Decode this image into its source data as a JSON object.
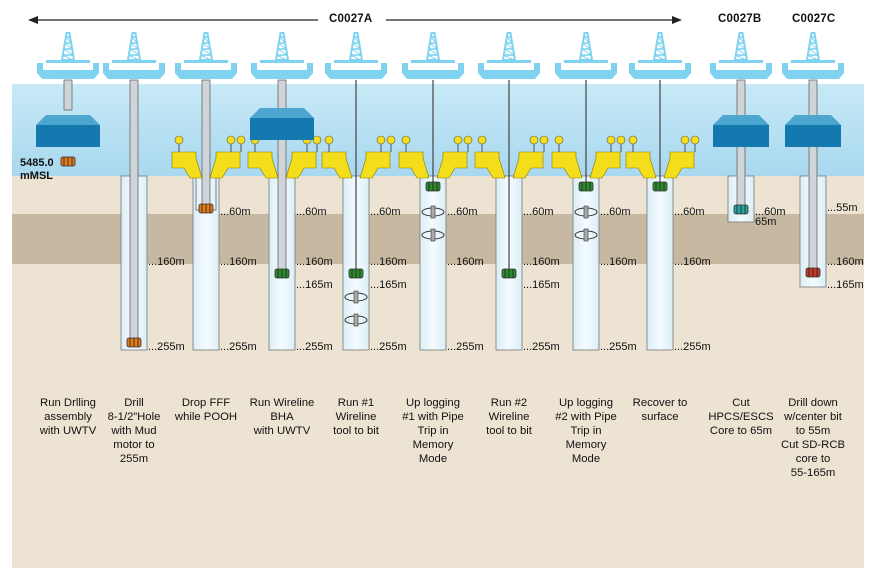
{
  "sites": [
    {
      "name": "C0027A"
    },
    {
      "name": "C0027B"
    },
    {
      "name": "C0027C"
    }
  ],
  "water_depth": {
    "line1": "5485.0",
    "line2": "mMSL"
  },
  "columns": [
    {
      "step": [
        "Run Drlling",
        "assembly",
        "with UWTV"
      ],
      "depths": [],
      "hole": "none",
      "tools": [
        "uwtv-bha"
      ]
    },
    {
      "step": [
        "Drill",
        "8-1/2”Hole",
        "with Mud",
        "motor to",
        "255m"
      ],
      "depths": [
        "...160m",
        "...255m"
      ],
      "hole": "255m",
      "tools": [
        "drill-bit-255"
      ]
    },
    {
      "step": [
        "Drop FFF",
        "while POOH"
      ],
      "depths": [
        "...60m",
        "...160m",
        "...255m"
      ],
      "hole": "255m",
      "tools": [
        "fff-bit-60"
      ]
    },
    {
      "step": [
        "Run Wireline",
        "BHA",
        "with UWTV"
      ],
      "depths": [
        "...60m",
        "...160m",
        "...165m",
        "...255m"
      ],
      "hole": "255m",
      "tools": [
        "uwtv-wireline",
        "tool-165"
      ]
    },
    {
      "step": [
        "Run #1",
        "Wireline",
        "tool to bit"
      ],
      "depths": [
        "...60m",
        "...160m",
        "...165m",
        "...255m"
      ],
      "hole": "255m",
      "tools": [
        "wireline-tool-165"
      ]
    },
    {
      "step": [
        "Up logging",
        "#1 with Pipe",
        "Trip in",
        "Memory",
        "Mode"
      ],
      "depths": [
        "...60m",
        "...160m",
        "...255m"
      ],
      "hole": "255m",
      "tools": [
        "memory-tool-60"
      ]
    },
    {
      "step": [
        "Run #2",
        "Wireline",
        "tool to bit"
      ],
      "depths": [
        "...60m",
        "...160m",
        "...165m",
        "...255m"
      ],
      "hole": "255m",
      "tools": [
        "wireline-tool-165"
      ]
    },
    {
      "step": [
        "Up logging",
        "#2 with Pipe",
        "Trip in",
        "Memory",
        "Mode"
      ],
      "depths": [
        "...60m",
        "...160m",
        "...255m"
      ],
      "hole": "255m",
      "tools": [
        "memory-tool-60"
      ]
    },
    {
      "step": [
        "Recover to",
        "surface"
      ],
      "depths": [
        "...60m",
        "...160m",
        "...255m"
      ],
      "hole": "255m",
      "tools": [
        "recover-60"
      ]
    },
    {
      "step": [
        "Cut",
        "HPCS/ESCS",
        "Core to 65m"
      ],
      "depths": [
        "...60m",
        "65m"
      ],
      "hole": "65m",
      "tools": [
        "core-bit-65"
      ]
    },
    {
      "step": [
        "Drill down",
        "w/center bit",
        "to 55m",
        "Cut SD-RCB",
        "core to",
        "55-165m"
      ],
      "depths": [
        "...55m",
        "...160m",
        "...165m"
      ],
      "hole": "165m",
      "tools": [
        "rcb-bit-165"
      ]
    }
  ],
  "colors": {
    "sky_top": "#ffffff",
    "water": "#bfe3f4",
    "water_light": "#e8f5fb",
    "sediment_light": "#ece3d3",
    "sediment_dark": "#c8b9a3",
    "derrick": "#7fd3f0",
    "platform": "#1479ae",
    "yellow": "#f4dd1b",
    "hole": "#eef8fc"
  }
}
